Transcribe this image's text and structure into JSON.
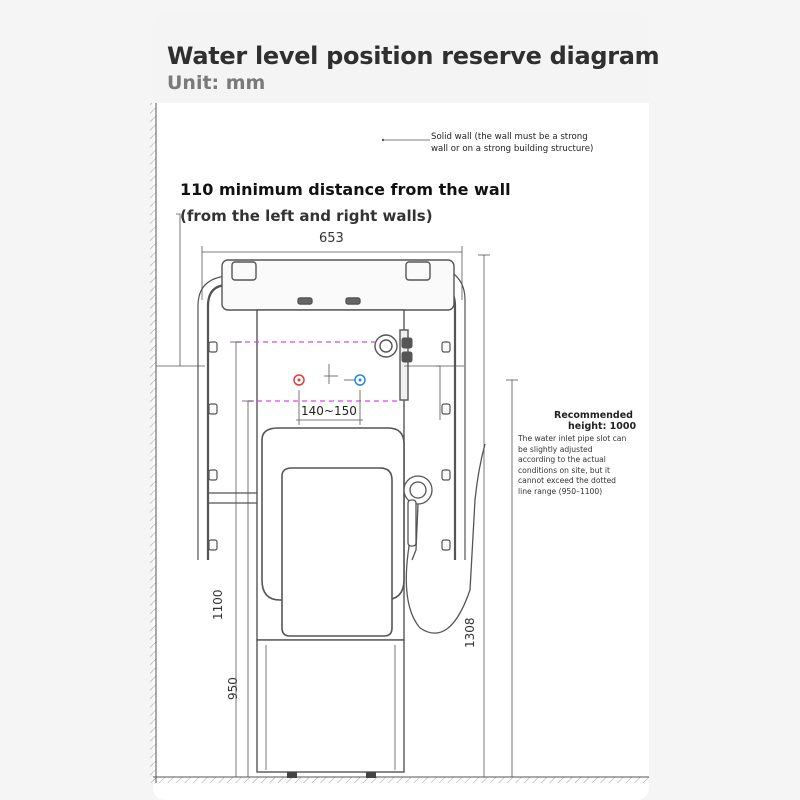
{
  "header": {
    "title": "Water level position reserve diagram",
    "unit": "Unit: mm"
  },
  "wall_note": {
    "line1": "Solid wall (the wall must be a strong",
    "line2": "wall or on a strong building structure)"
  },
  "distance": {
    "main": "110 minimum distance from the wall",
    "sub": "(from the left and right walls)"
  },
  "dimensions": {
    "width": "653",
    "pipe_spacing": "140~150",
    "height_1100": "1100",
    "height_950": "950",
    "height_1308": "1308"
  },
  "recommendation": {
    "title_line1": "Recommended",
    "title_line2": "height: 1000",
    "note": [
      "The water inlet pipe slot can",
      "be slightly adjusted",
      "according to the actual",
      "conditions on site, but it",
      "cannot exceed the dotted",
      "line range (950–1100)"
    ]
  },
  "colors": {
    "guide_line": "#e040fb",
    "hot_water": "#e53935",
    "cold_water": "#1e88e5",
    "drawing": "#555555"
  }
}
